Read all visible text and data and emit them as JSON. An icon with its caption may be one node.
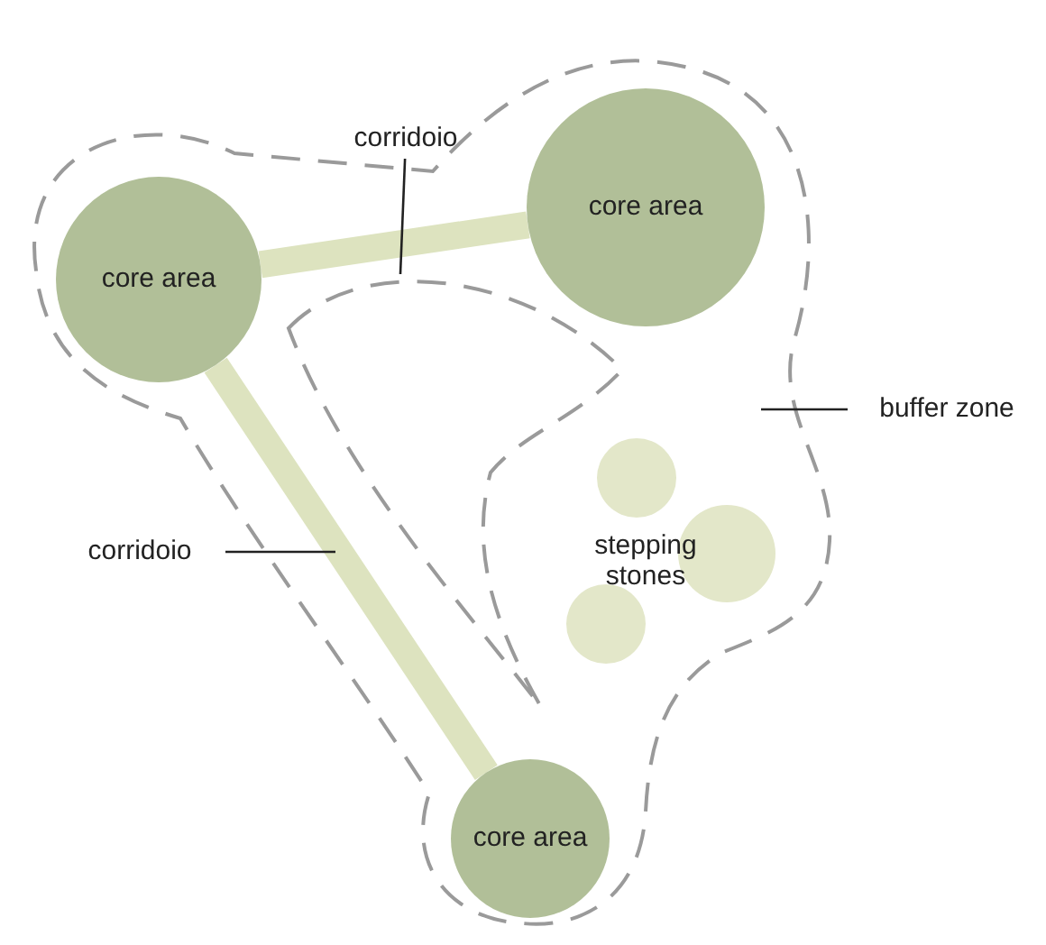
{
  "diagram": {
    "nodes": [
      {
        "text": [
          "corridoio"
        ]
      },
      {
        "text": [
          "core area"
        ]
      },
      {
        "text": [
          "core area"
        ]
      },
      {
        "text": [
          "buffer zone"
        ]
      },
      {
        "text": [],
        "shape": "circle"
      },
      {
        "text": [
          "corridoio"
        ]
      },
      {
        "text": [
          "stepping stones"
        ]
      },
      {
        "text": [],
        "shape": "circle"
      },
      {
        "text": [],
        "shape": "circle"
      },
      {
        "text": [
          "core area"
        ]
      }
    ],
    "edges": [
      {
        "from": 1,
        "to": 2,
        "arrow": "none",
        "style": "thick",
        "color": "#dde3bf"
      },
      {
        "from": 1,
        "to": 9,
        "arrow": "none",
        "style": "thick",
        "color": "#dde3bf"
      },
      {
        "from": 0,
        "to": null,
        "arrow": "none"
      },
      {
        "from": 5,
        "to": null,
        "arrow": "none"
      },
      {
        "from": 3,
        "to": null,
        "arrow": "none"
      }
    ]
  }
}
